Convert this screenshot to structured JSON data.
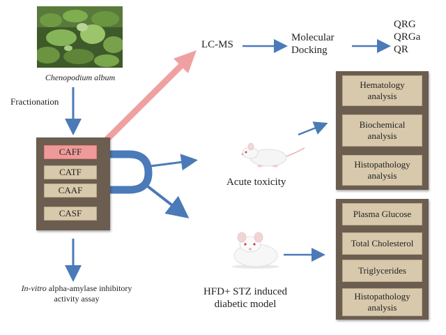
{
  "plant": {
    "name": "Chenopodium album"
  },
  "fractionation_label": "Fractionation",
  "fractions": [
    "CAFF",
    "CATF",
    "CAAF",
    "CASF"
  ],
  "assay": {
    "prefix": "In-vitro",
    "line1_rest": " alpha-amylase inhibitory",
    "line2": "activity assay"
  },
  "lcms": {
    "label": "LC-MS"
  },
  "docking": {
    "line1": "Molecular",
    "line2": "Docking"
  },
  "compounds": [
    "QRG",
    "QRGa",
    "QR"
  ],
  "toxicity": {
    "label": "Acute toxicity",
    "analyses": [
      {
        "line1": "Hematology",
        "line2": "analysis"
      },
      {
        "line1": "Biochemical",
        "line2": "analysis"
      },
      {
        "line1": "Histopathology",
        "line2": "analysis"
      }
    ]
  },
  "diabetic": {
    "line1": "HFD+ STZ induced",
    "line2": "diabetic model",
    "analyses": [
      {
        "line1": "Plasma Glucose",
        "line2": ""
      },
      {
        "line1": "Total Cholesterol",
        "line2": ""
      },
      {
        "line1": "Triglycerides",
        "line2": ""
      },
      {
        "line1": "Histopathology",
        "line2": "analysis"
      }
    ]
  },
  "colors": {
    "arrow_blue": "#4a7ab8",
    "arrow_pink": "#f0a0a0",
    "panel_brown": "#6b5d4f",
    "cell_tan": "#d8c9ac",
    "highlight_pink": "#ef9a9a"
  },
  "icons": [
    "plant-photo",
    "mouse-icon",
    "rat-icon"
  ]
}
